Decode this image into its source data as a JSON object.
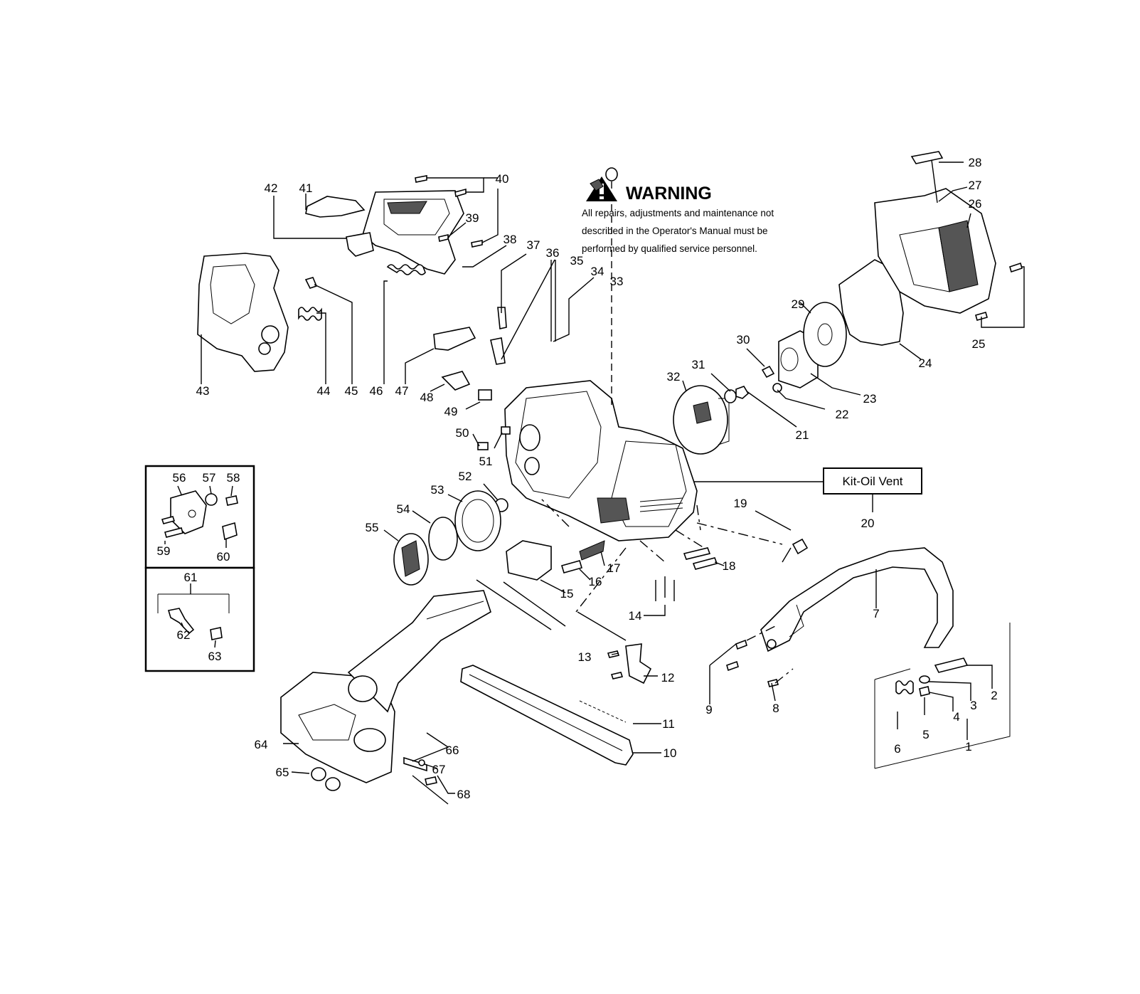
{
  "warning": {
    "title": "WARNING",
    "lines": [
      "All repairs, adjustments and maintenance not",
      "described in the Operator's Manual must be",
      "performed by qualified  service personnel."
    ]
  },
  "kit_label": "Kit-Oil Vent",
  "part_numbers": [
    "1",
    "2",
    "3",
    "4",
    "5",
    "6",
    "7",
    "8",
    "9",
    "10",
    "11",
    "12",
    "13",
    "14",
    "15",
    "16",
    "17",
    "18",
    "19",
    "20",
    "21",
    "22",
    "23",
    "24",
    "25",
    "26",
    "27",
    "28",
    "29",
    "30",
    "31",
    "32",
    "33",
    "34",
    "35",
    "36",
    "37",
    "38",
    "39",
    "40",
    "41",
    "42",
    "43",
    "44",
    "45",
    "46",
    "47",
    "48",
    "49",
    "50",
    "51",
    "52",
    "53",
    "54",
    "55",
    "56",
    "57",
    "58",
    "59",
    "60",
    "61",
    "62",
    "63",
    "64",
    "65",
    "66",
    "67",
    "68"
  ],
  "icons": {
    "warning": "warning-triangle-icon"
  }
}
